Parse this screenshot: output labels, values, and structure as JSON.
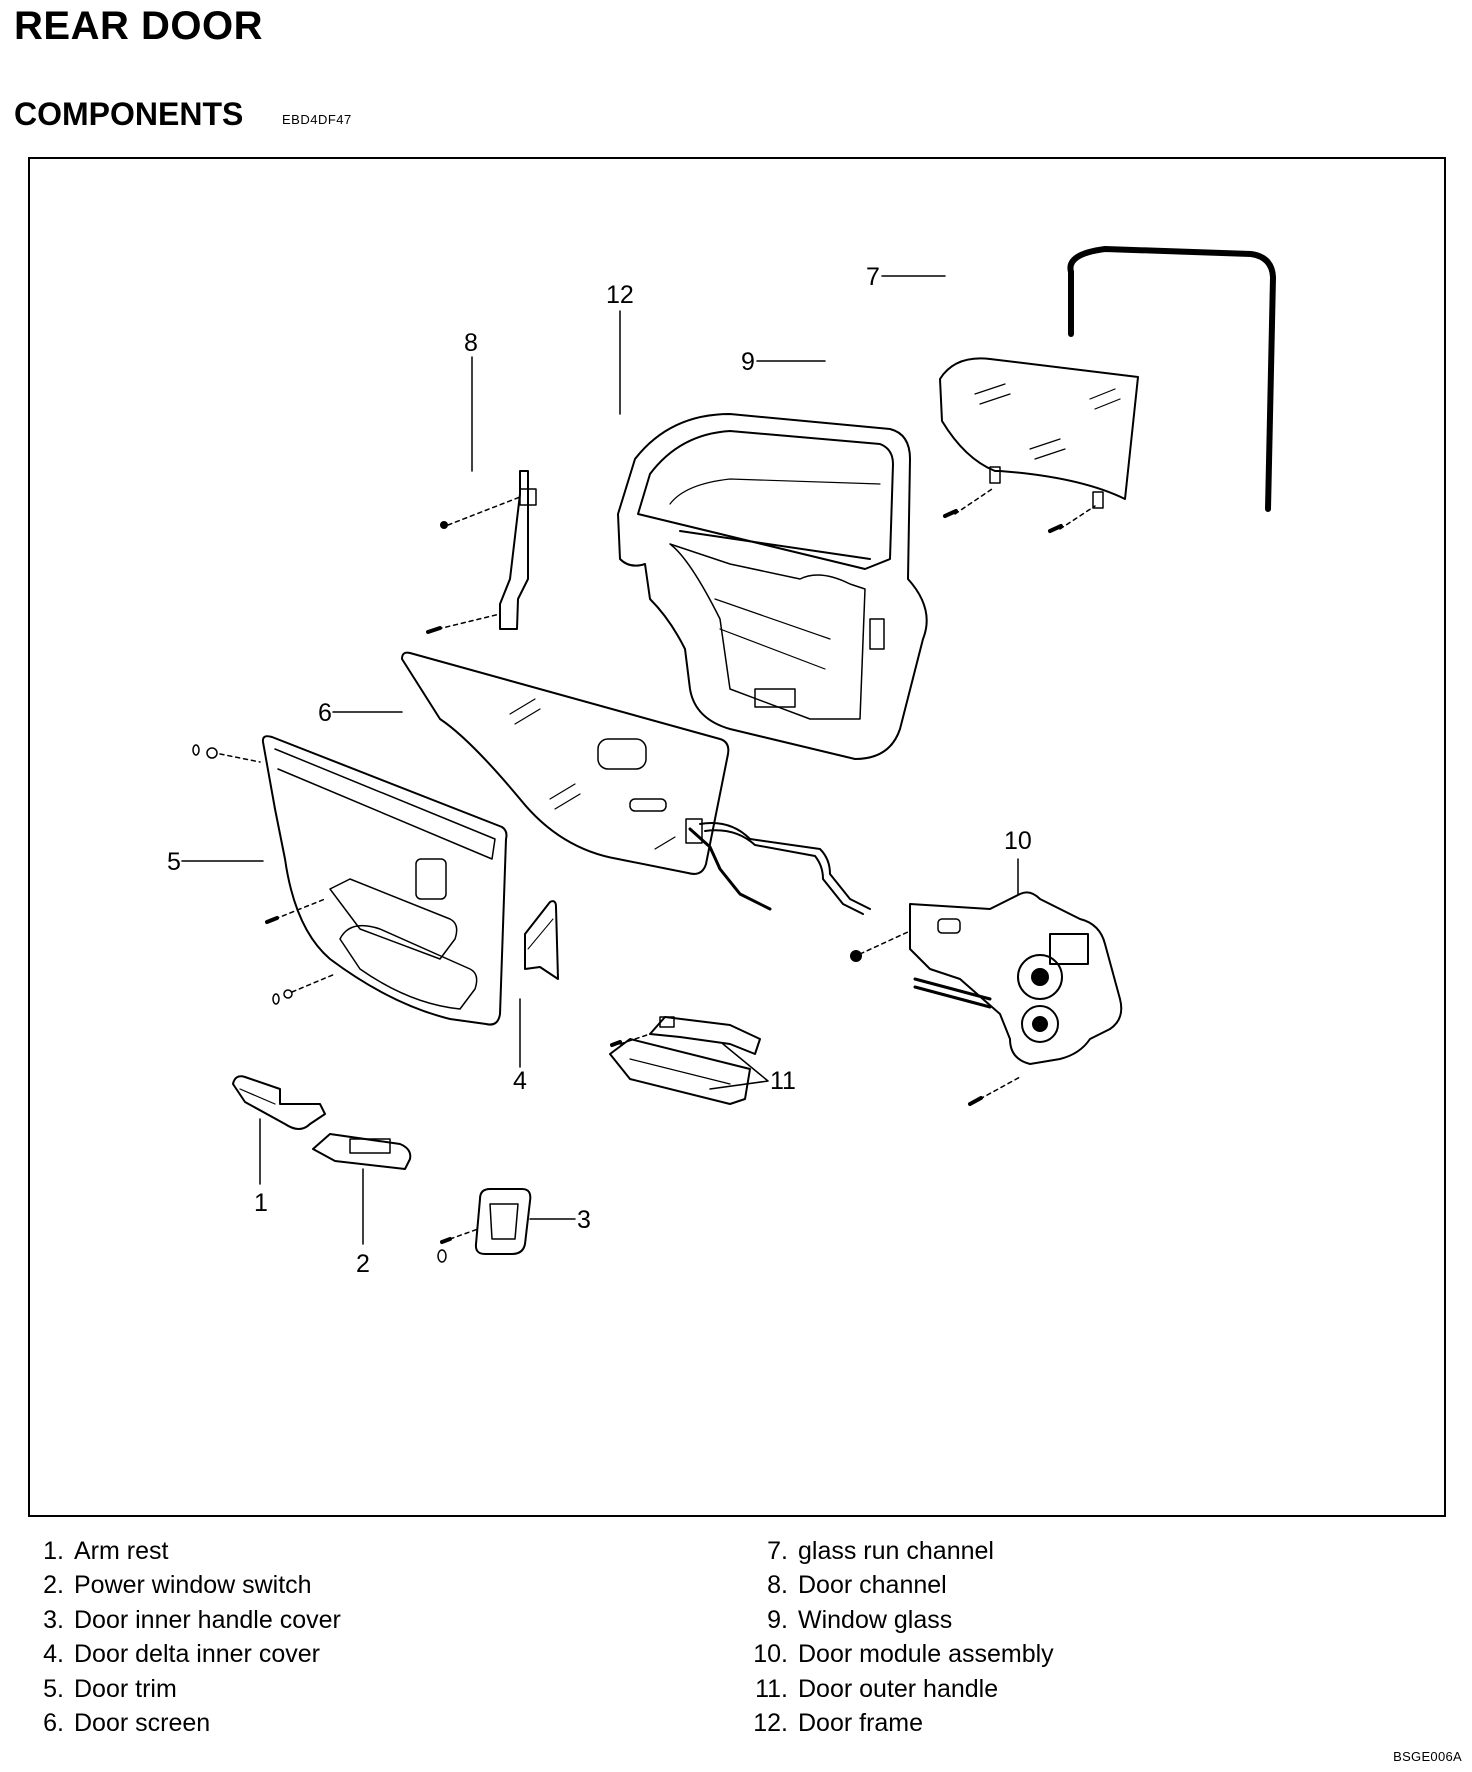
{
  "header": {
    "title": "REAR DOOR",
    "subtitle": "COMPONENTS",
    "code": "EBD4DF47"
  },
  "callouts": [
    "1",
    "2",
    "3",
    "4",
    "5",
    "6",
    "7",
    "8",
    "9",
    "10",
    "11",
    "12"
  ],
  "legend_left": [
    {
      "num": "1.",
      "label": "Arm rest"
    },
    {
      "num": "2.",
      "label": "Power window switch"
    },
    {
      "num": "3.",
      "label": "Door inner handle cover"
    },
    {
      "num": "4.",
      "label": "Door delta inner cover"
    },
    {
      "num": "5.",
      "label": "Door trim"
    },
    {
      "num": "6.",
      "label": "Door screen"
    }
  ],
  "legend_right": [
    {
      "num": "7.",
      "label": "glass run channel"
    },
    {
      "num": "8.",
      "label": "Door channel"
    },
    {
      "num": "9.",
      "label": "Window glass"
    },
    {
      "num": "10.",
      "label": "Door module assembly"
    },
    {
      "num": "11.",
      "label": "Door outer handle"
    },
    {
      "num": "12.",
      "label": "Door frame"
    }
  ],
  "figure_code": "BSGE006A"
}
